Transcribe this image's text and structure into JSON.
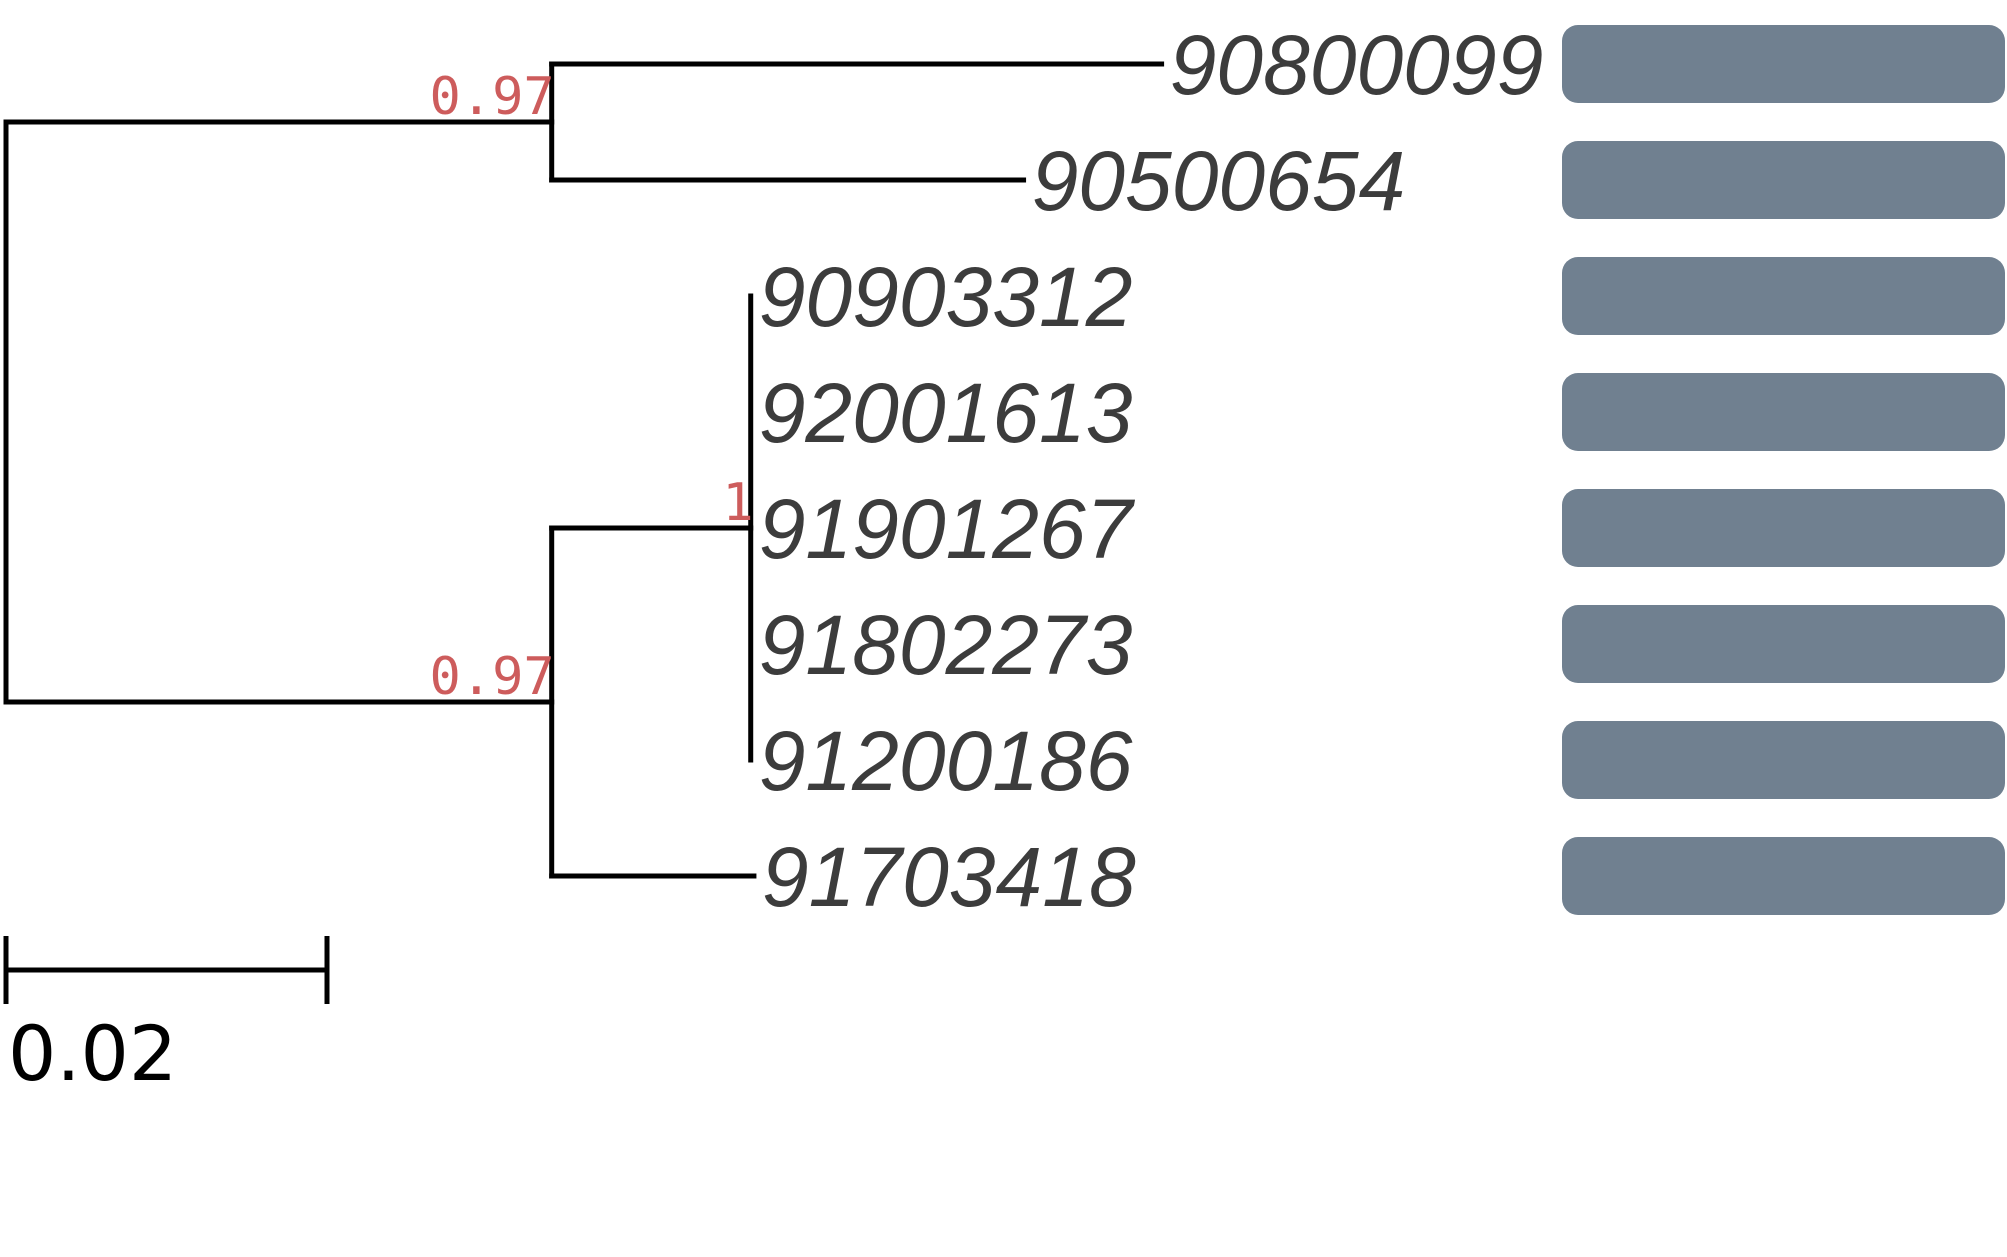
{
  "tree": {
    "colors": {
      "branch": "#000000",
      "support": "#cd5c5c",
      "label": "#3c3c3c",
      "bar": "#708090"
    },
    "nodes": [
      {
        "id": "root",
        "parent": null,
        "support": ""
      },
      {
        "id": "clade_a",
        "parent": "root",
        "support": "0.97"
      },
      {
        "id": "clade_b",
        "parent": "root",
        "support": "0.97"
      },
      {
        "id": "clade_c",
        "parent": "clade_b",
        "support": "1"
      }
    ],
    "leaves": [
      {
        "label": "90800099",
        "parent": "clade_a",
        "branch_length": 0.038
      },
      {
        "label": "90500654",
        "parent": "clade_a",
        "branch_length": 0.0294
      },
      {
        "label": "90903312",
        "parent": "clade_c",
        "branch_length": 0
      },
      {
        "label": "92001613",
        "parent": "clade_c",
        "branch_length": 0
      },
      {
        "label": "91901267",
        "parent": "clade_c",
        "branch_length": 0
      },
      {
        "label": "91802273",
        "parent": "clade_c",
        "branch_length": 0
      },
      {
        "label": "91200186",
        "parent": "clade_c",
        "branch_length": 0
      },
      {
        "label": "91703418",
        "parent": "clade_b",
        "branch_length": 0.0126
      }
    ],
    "internal_lengths": {
      "clade_a": 0.034,
      "clade_b": 0.034,
      "clade_c": 0.0124
    },
    "scale_bar": {
      "label": "0.02",
      "value": 0.02
    }
  }
}
